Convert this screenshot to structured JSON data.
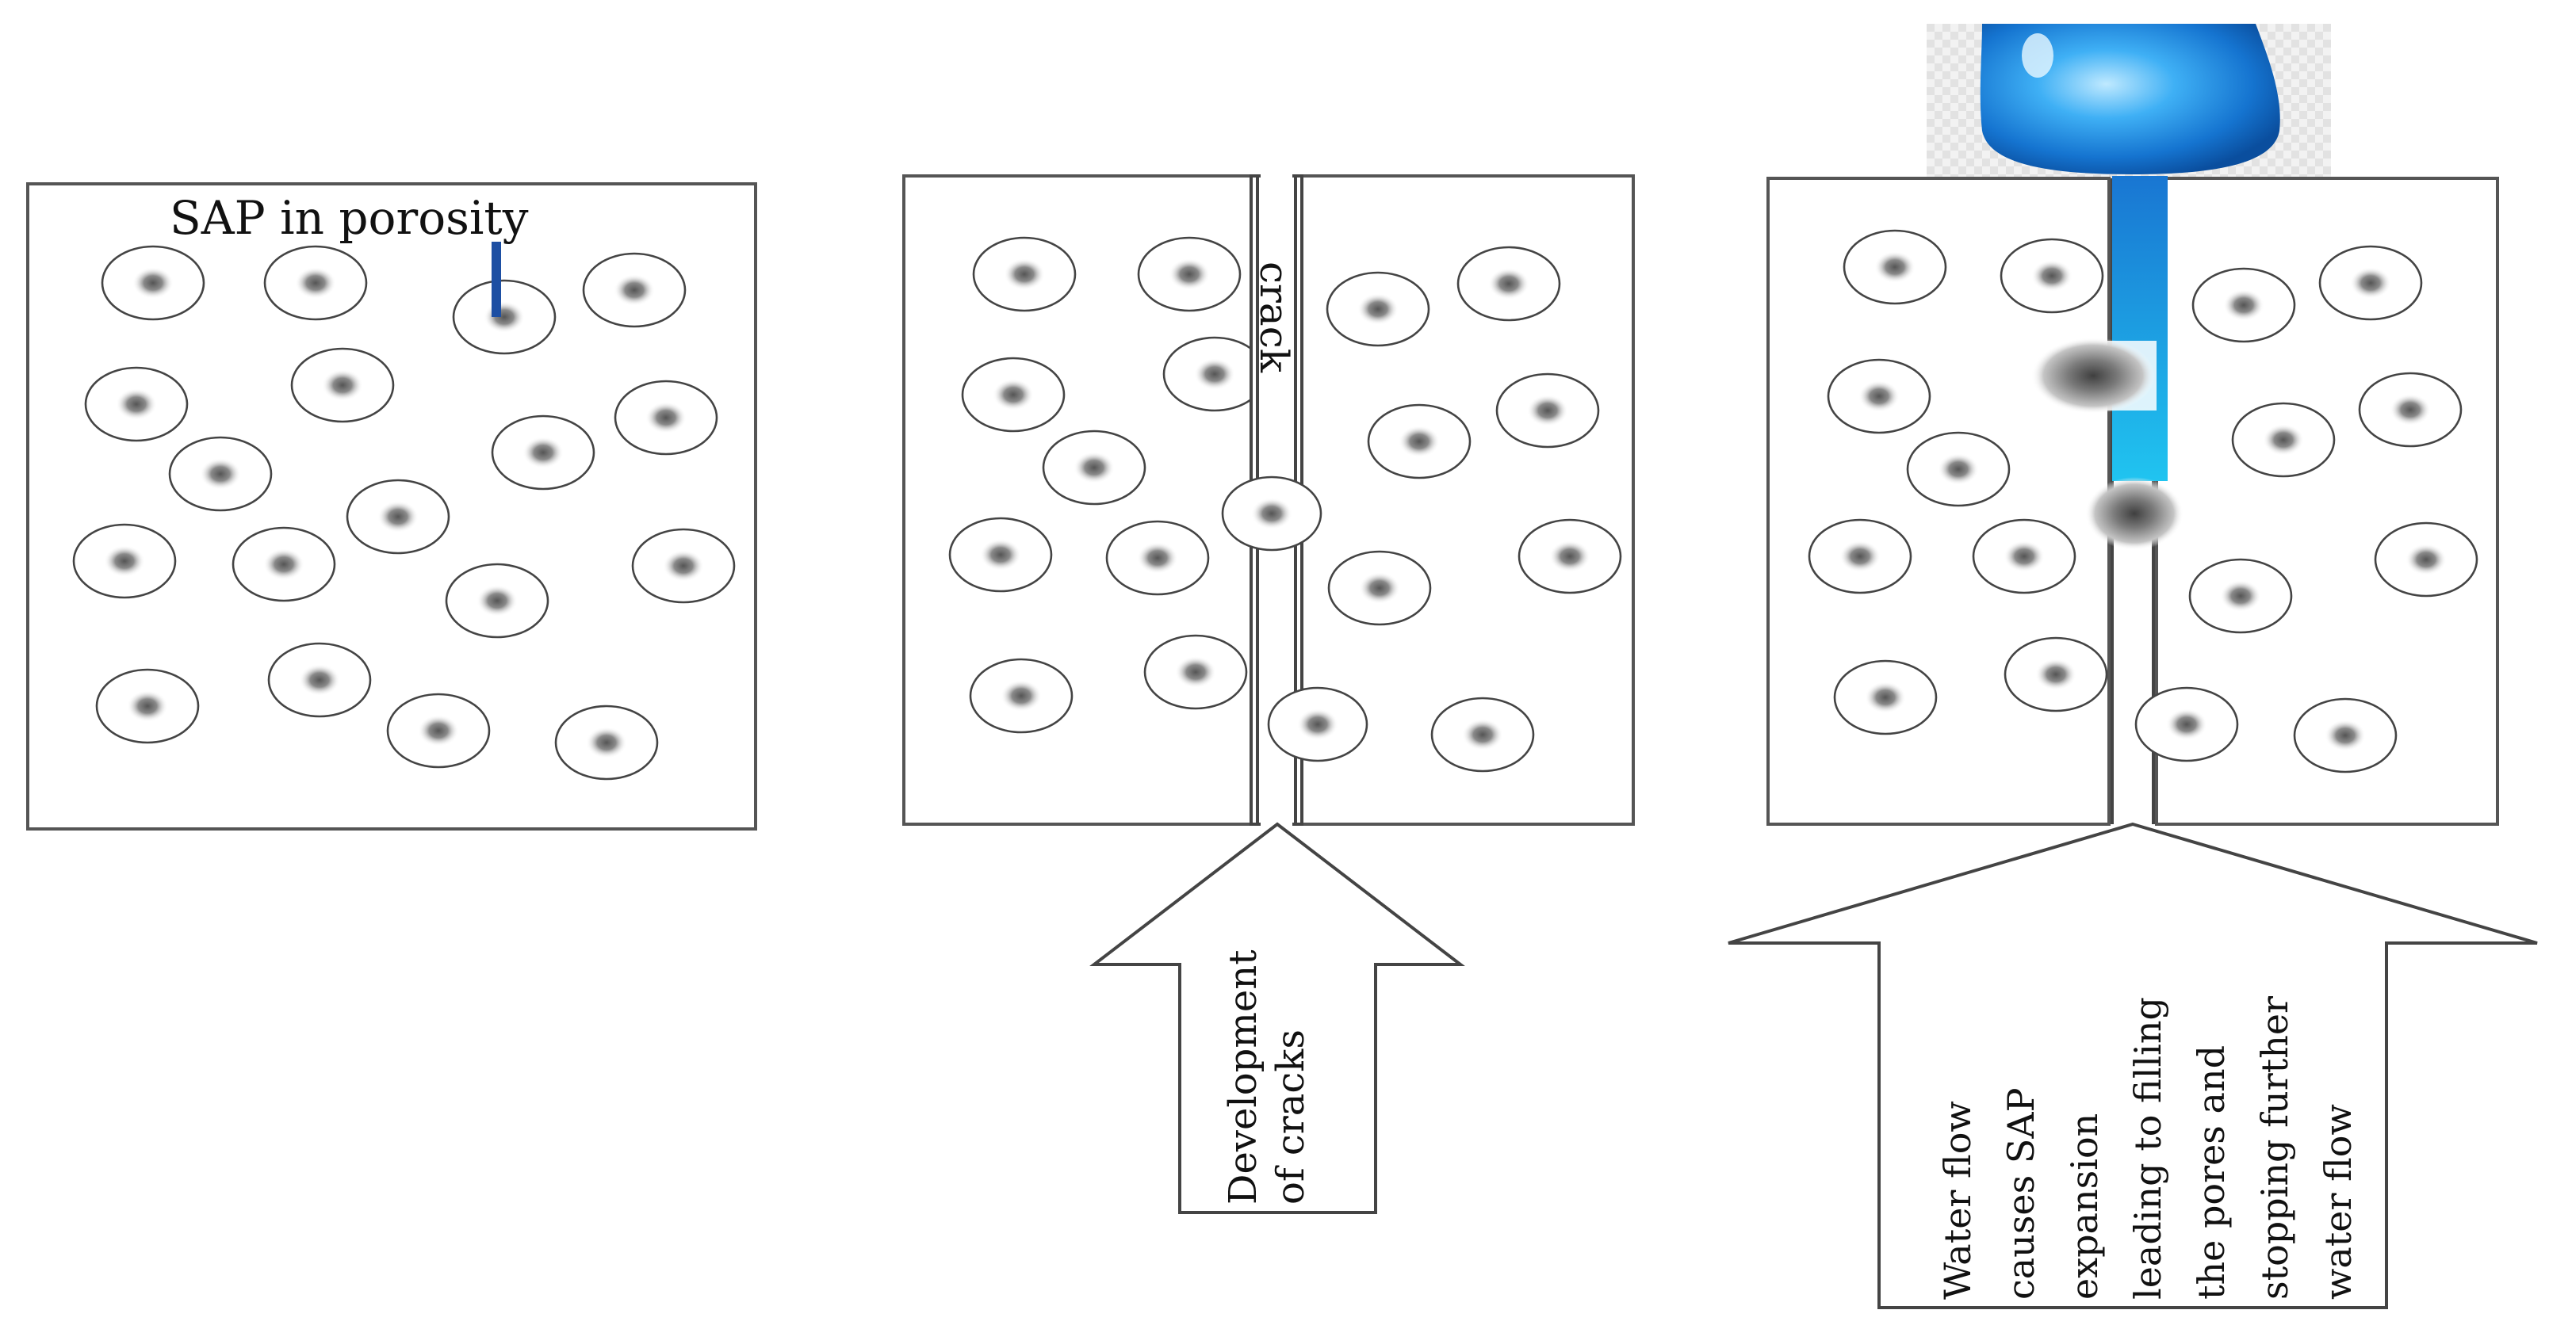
{
  "labels": {
    "sap_in_porosity": "SAP in porosity",
    "crack": "crack"
  },
  "arrows": {
    "development": [
      "Development",
      "of cracks"
    ],
    "water_flow": [
      "Water flow",
      "causes SAP",
      "expansion",
      "leading to filling",
      "the pores and",
      "stopping further",
      "water flow"
    ]
  },
  "colors": {
    "water_light": "#8fd3ff",
    "water_mid": "#2f9ff0",
    "water_dark": "#0a5fb5",
    "crack_water_top": "#1976d2",
    "crack_water_bottom": "#20c4f0",
    "sap_dot": "#6b6b6b",
    "box_border": "#555555",
    "pointer": "#1d4fa3"
  },
  "icons": {
    "water_drop": "water-drop-icon"
  }
}
